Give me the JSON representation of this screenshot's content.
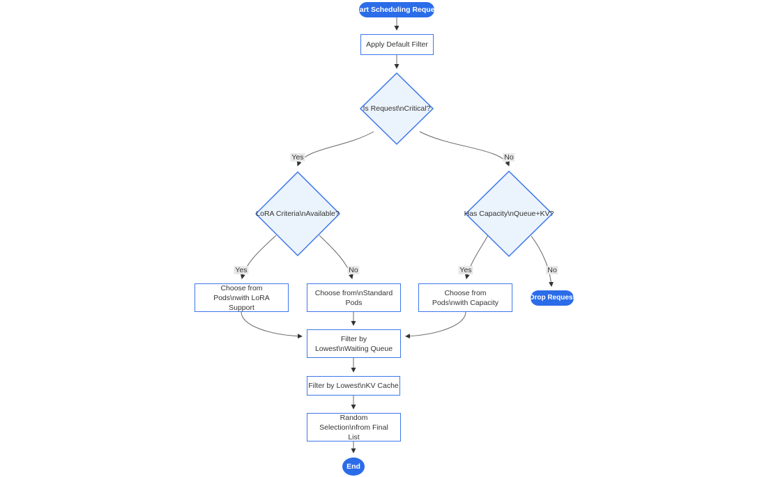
{
  "diagram": {
    "type": "flowchart",
    "direction": "top-down",
    "colors": {
      "accent_fill": "#2b6ce8",
      "node_border": "#3b76e8",
      "decision_fill": "#ebf3fc",
      "node_fill": "#ffffff",
      "text": "#333333",
      "edge_line": "#666666",
      "edge_label_bg": "#e8e8e8"
    },
    "nodes": {
      "start": {
        "shape": "pill",
        "label": "Start Scheduling Request"
      },
      "apply_default_filter": {
        "shape": "rect",
        "label": "Apply Default Filter"
      },
      "is_critical": {
        "shape": "diamond",
        "label": "Is Request\\nCritical?"
      },
      "lora_criteria": {
        "shape": "diamond",
        "label": "LoRA Criteria\\nAvailable?"
      },
      "has_capacity": {
        "shape": "diamond",
        "label": "Has Capacity\\nQueue+KV?"
      },
      "choose_lora_pods": {
        "shape": "rect",
        "label": "Choose from Pods\\nwith LoRA Support"
      },
      "choose_standard_pods": {
        "shape": "rect",
        "label": "Choose from\\nStandard Pods"
      },
      "choose_capacity_pods": {
        "shape": "rect",
        "label": "Choose from Pods\\nwith Capacity"
      },
      "drop_request": {
        "shape": "pill",
        "label": "Drop Request"
      },
      "filter_waiting_queue": {
        "shape": "rect",
        "label": "Filter by Lowest\\nWaiting Queue"
      },
      "filter_kv_cache": {
        "shape": "rect",
        "label": "Filter by Lowest\\nKV Cache"
      },
      "random_selection": {
        "shape": "rect",
        "label": "Random Selection\\nfrom Final List"
      },
      "end": {
        "shape": "ellipse",
        "label": "End"
      }
    },
    "edge_labels": {
      "critical_yes": "Yes",
      "critical_no": "No",
      "lora_yes": "Yes",
      "lora_no": "No",
      "capacity_yes": "Yes",
      "capacity_no": "No"
    },
    "edges": [
      {
        "from": "start",
        "to": "apply_default_filter",
        "label": ""
      },
      {
        "from": "apply_default_filter",
        "to": "is_critical",
        "label": ""
      },
      {
        "from": "is_critical",
        "to": "lora_criteria",
        "label": "Yes"
      },
      {
        "from": "is_critical",
        "to": "has_capacity",
        "label": "No"
      },
      {
        "from": "lora_criteria",
        "to": "choose_lora_pods",
        "label": "Yes"
      },
      {
        "from": "lora_criteria",
        "to": "choose_standard_pods",
        "label": "No"
      },
      {
        "from": "has_capacity",
        "to": "choose_capacity_pods",
        "label": "Yes"
      },
      {
        "from": "has_capacity",
        "to": "drop_request",
        "label": "No"
      },
      {
        "from": "choose_lora_pods",
        "to": "filter_waiting_queue",
        "label": ""
      },
      {
        "from": "choose_standard_pods",
        "to": "filter_waiting_queue",
        "label": ""
      },
      {
        "from": "choose_capacity_pods",
        "to": "filter_waiting_queue",
        "label": ""
      },
      {
        "from": "filter_waiting_queue",
        "to": "filter_kv_cache",
        "label": ""
      },
      {
        "from": "filter_kv_cache",
        "to": "random_selection",
        "label": ""
      },
      {
        "from": "random_selection",
        "to": "end",
        "label": ""
      }
    ]
  }
}
